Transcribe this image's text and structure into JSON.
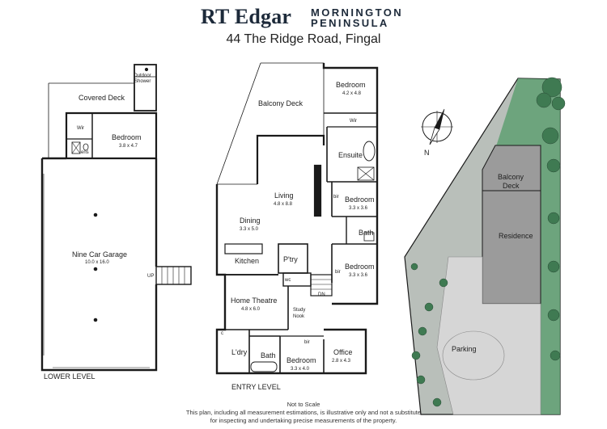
{
  "header": {
    "brand": "RT Edgar",
    "region_line1": "MORNINGTON",
    "region_line2": "PENINSULA",
    "address": "44 The Ridge Road, Fingal"
  },
  "lower_level": {
    "label": "LOWER LEVEL",
    "rooms": {
      "outdoor_shower_1": "Outdoor",
      "outdoor_shower_2": "Shower",
      "covered_deck": "Covered Deck",
      "wir": "Wir",
      "bedroom": "Bedroom",
      "bedroom_dim": "3.8 x 4.7",
      "ens": "ens",
      "garage": "Nine Car Garage",
      "garage_dim": "10.0 x 16.0",
      "up": "UP"
    }
  },
  "entry_level": {
    "label": "ENTRY LEVEL",
    "rooms": {
      "balcony_deck": "Balcony Deck",
      "bedroom1": "Bedroom",
      "bedroom1_dim": "4.2 x 4.8",
      "wir": "Wir",
      "ensuite": "Ensuite",
      "living": "Living",
      "living_dim": "4.8 x 8.8",
      "bir1": "bir",
      "bedroom2": "Bedroom",
      "bedroom2_dim": "3.3 x 3.6",
      "dining": "Dining",
      "dining_dim": "3.3 x 5.0",
      "bath1": "Bath",
      "ptry": "P'try",
      "kitchen": "Kitchen",
      "wc": "wc",
      "bir2": "bir",
      "bedroom3": "Bedroom",
      "bedroom3_dim": "3.3 x 3.6",
      "home_theatre": "Home Theatre",
      "home_theatre_dim": "4.8 x 6.0",
      "dn": "DN",
      "study1": "Study",
      "study2": "Nook",
      "c": "c",
      "bir3": "bir",
      "ldry": "L'dry",
      "bath2": "Bath",
      "bedroom4": "Bedroom",
      "bedroom4_dim": "3.3 x 4.0",
      "office": "Office",
      "office_dim": "2.8 x 4.3"
    }
  },
  "site_plan": {
    "north": "N",
    "balcony_1": "Balcony",
    "balcony_2": "Deck",
    "residence": "Residence",
    "parking": "Parking"
  },
  "footer": {
    "not_to_scale": "Not to Scale",
    "disclaimer_1": "This plan, including all measurement estimations, is illustrative only and not a substitute",
    "disclaimer_2": "for inspecting and undertaking precise measurements of the property."
  },
  "colors": {
    "wall": "#1a1a1a",
    "brand": "#1d2a3a",
    "grass": "#5f9f72",
    "garden": "#b9bfba",
    "residence": "#9b9b9b",
    "paving": "#d6d6d6"
  }
}
